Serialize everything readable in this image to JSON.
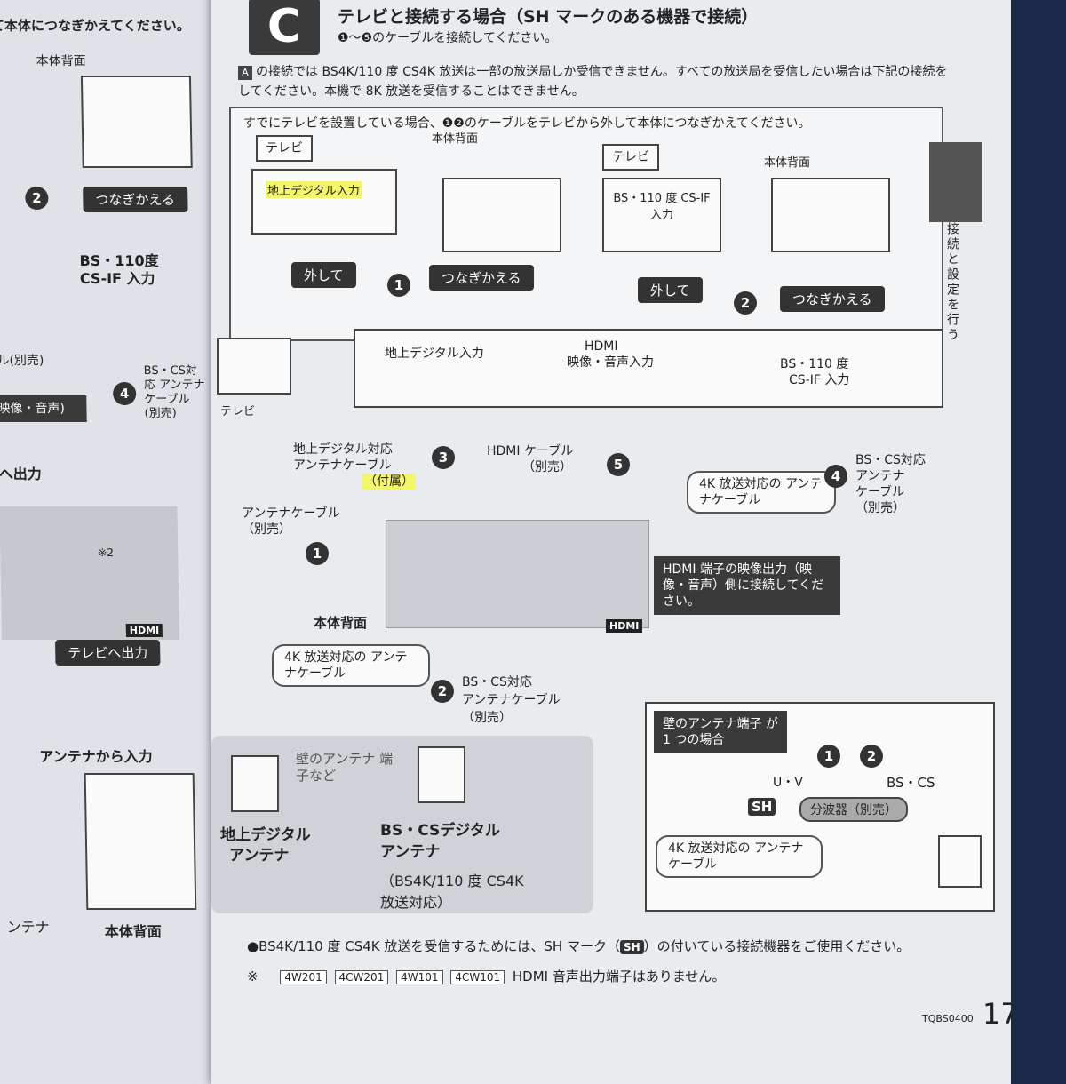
{
  "left_page": {
    "top_text": "て本体につなぎかえてください。",
    "rear_label": "本体背面",
    "reconnect_label": "つなぎかえる",
    "num2": "2",
    "bs_input_label_1": "BS・110度",
    "bs_input_label_2": "CS-IF 入力",
    "num4": "4",
    "bs_cable_label": "BS・CS対応 アンテナ ケーブル (別売)",
    "cable_sold_sep": "ル(別売)",
    "video_audio": "映像・音声)",
    "out_to_tv_partial": "へ出力",
    "out_to_tv": "テレビへ出力",
    "antenna_in": "アンテナから入力",
    "antenna_partial": "ンテナ",
    "rear_label_bottom": "本体背面",
    "hdmi_logo": "HDMI",
    "note2": "※2"
  },
  "section": {
    "letter": "C",
    "title": "テレビと接続する場合（SH マークのある機器で接続）",
    "subtitle": "❶～❺のケーブルを接続してください。",
    "note_badge": "A",
    "note_text": "の接続では BS4K/110 度 CS4K 放送は一部の放送局しか受信できません。すべての放送局を受信したい場合は下記の接続をしてください。本機で 8K 放送を受信することはできません。"
  },
  "reconnect_panel": {
    "caption": "すでにテレビを設置している場合、❶❷のケーブルをテレビから外して本体につなぎかえてください。",
    "tv_label": "テレビ",
    "rear_label": "本体背面",
    "terrestrial_input": "地上デジタル入力",
    "bs_input": "BS・110 度 CS-IF 入力",
    "remove_label": "外して",
    "reconnect_label": "つなぎかえる",
    "num1": "1",
    "num2": "2"
  },
  "main_diagram": {
    "tv_label": "テレビ",
    "terrestrial_input": "地上デジタル入力",
    "hdmi_input_1": "HDMI",
    "hdmi_input_2": "映像・音声入力",
    "bs_input_1": "BS・110 度",
    "bs_input_2": "CS-IF 入力",
    "terr_cable_1": "地上デジタル対応",
    "terr_cable_2": "アンテナケーブル",
    "terr_cable_3": "（付属）",
    "num3": "3",
    "hdmi_cable_1": "HDMI ケーブル",
    "hdmi_cable_2": "（別売）",
    "num5": "5",
    "callout_4k_top": "4K 放送対応の アンテナケーブル",
    "num4": "4",
    "bs_cable_1": "BS・CS対応",
    "bs_cable_2": "アンテナ",
    "bs_cable_3": "ケーブル",
    "bs_cable_4": "（別売）",
    "antenna_cable_1": "アンテナケーブル",
    "antenna_cable_2": "（別売）",
    "num1": "1",
    "hdmi_note": "HDMI 端子の映像出力（映像・音声）側に接続してください。",
    "rear_label": "本体背面",
    "hdmi_logo": "HDMI",
    "callout_4k_mid": "4K 放送対応の アンテナケーブル",
    "num2": "2",
    "bs_cable2_1": "BS・CS対応",
    "bs_cable2_2": "アンテナケーブル",
    "bs_cable2_3": "（別売）",
    "wall_terminal": "壁のアンテナ 端子など",
    "terr_antenna_1": "地上デジタル",
    "terr_antenna_2": "アンテナ",
    "bs_antenna_1": "BS・CSデジタル",
    "bs_antenna_2": "アンテナ",
    "bs_antenna_3": "（BS4K/110 度 CS4K",
    "bs_antenna_4": "放送対応）"
  },
  "splitter_box": {
    "title": "壁のアンテナ端子 が 1 つの場合",
    "num1": "1",
    "num2": "2",
    "uv": "U・V",
    "bscs": "BS・CS",
    "sh_mark": "SH",
    "splitter": "分波器（別売）",
    "callout": "4K 放送対応の アンテナケーブル"
  },
  "side_tab": {
    "text": "接続と設定を行う"
  },
  "footer": {
    "bullet": "●BS4K/110 度 CS4K 放送を受信するためには、SH マーク（",
    "bullet_end": "）の付いている接続機器をご使用ください。",
    "sh_mark": "SH",
    "note_mark": "※",
    "models": [
      "4W201",
      "4CW201",
      "4W101",
      "4CW101"
    ],
    "hdmi_note": "HDMI 音声出力端子はありません。",
    "doc_code": "TQBS0400",
    "page_number": "17"
  }
}
